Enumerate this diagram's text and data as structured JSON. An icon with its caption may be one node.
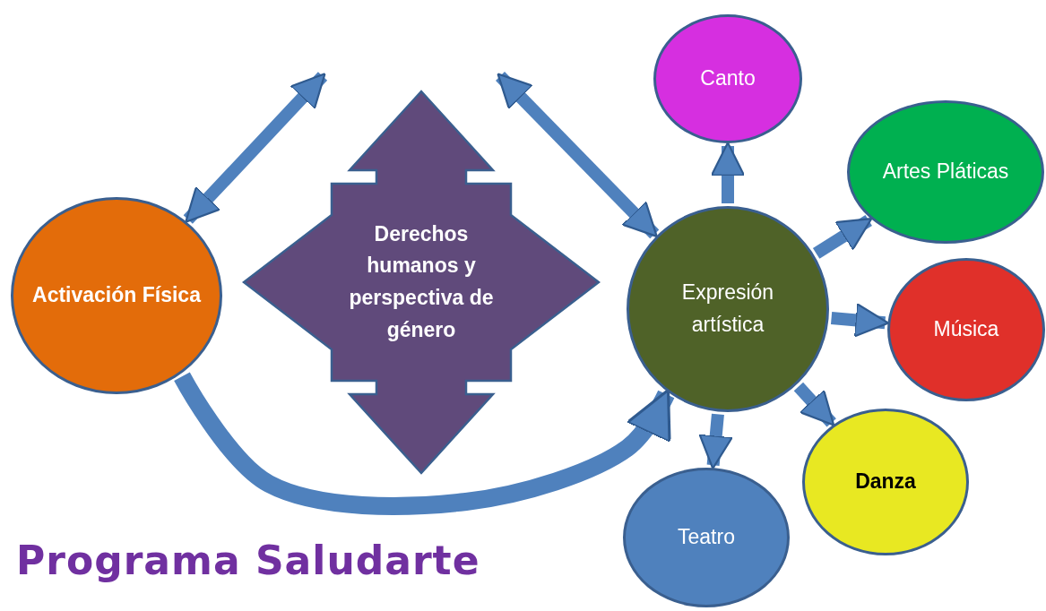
{
  "diagram": {
    "title": "Programa Saludarte",
    "nodes": [
      {
        "text": [
          "Activación Física"
        ]
      },
      {
        "text": [
          "Derechos humanos y perspectiva de género"
        ]
      },
      {
        "text": [
          "Expresión artística"
        ]
      },
      {
        "text": [
          "Canto"
        ]
      },
      {
        "text": [
          "Artes Pláticas"
        ]
      },
      {
        "text": [
          "Música"
        ]
      },
      {
        "text": [
          "Danza"
        ]
      },
      {
        "text": [
          "Teatro"
        ]
      }
    ],
    "edges": [
      {
        "from": 0,
        "to": null,
        "arrow": "both"
      },
      {
        "from": null,
        "to": 2,
        "arrow": "both"
      },
      {
        "from": 0,
        "to": 2,
        "arrow": "to"
      },
      {
        "from": 2,
        "to": 3,
        "arrow": "to"
      },
      {
        "from": 2,
        "to": 4,
        "arrow": "to"
      },
      {
        "from": 2,
        "to": 5,
        "arrow": "to"
      },
      {
        "from": 2,
        "to": 6,
        "arrow": "to"
      },
      {
        "from": 2,
        "to": 7,
        "arrow": "to"
      }
    ]
  }
}
